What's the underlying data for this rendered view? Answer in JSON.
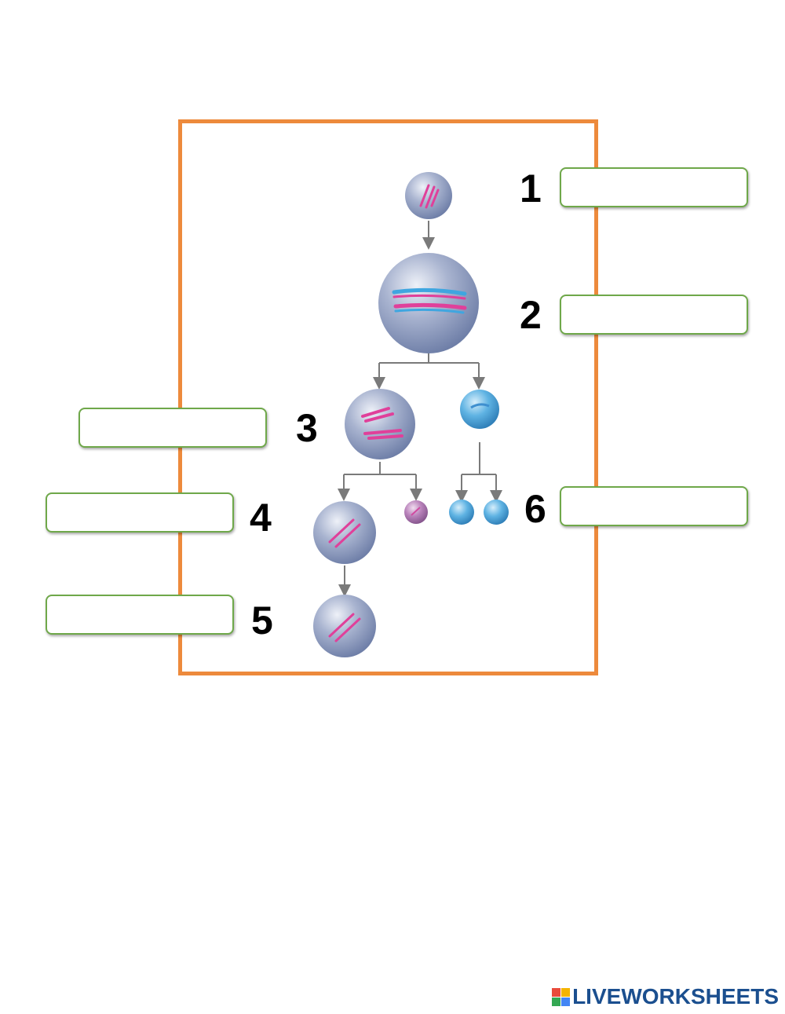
{
  "labels": {
    "n1": "1",
    "n2": "2",
    "n3": "3",
    "n4": "4",
    "n5": "5",
    "n6": "6"
  },
  "answers": {
    "a1": "",
    "a2": "",
    "a3": "",
    "a4": "",
    "a5": "",
    "a6": ""
  },
  "colors": {
    "frame_border": "#ed8a3c",
    "box_border": "#6fa84a",
    "cell_large": "#8e9ec2",
    "cell_blue": "#4aa3d9",
    "cell_purple": "#b273b5",
    "chromosome_pink": "#e0409a",
    "chromosome_blue": "#3fa6e0",
    "arrow": "#7a7a7a",
    "brand": "#1b4f8f"
  },
  "brand": {
    "name": "LIVEWORKSHEETS"
  }
}
